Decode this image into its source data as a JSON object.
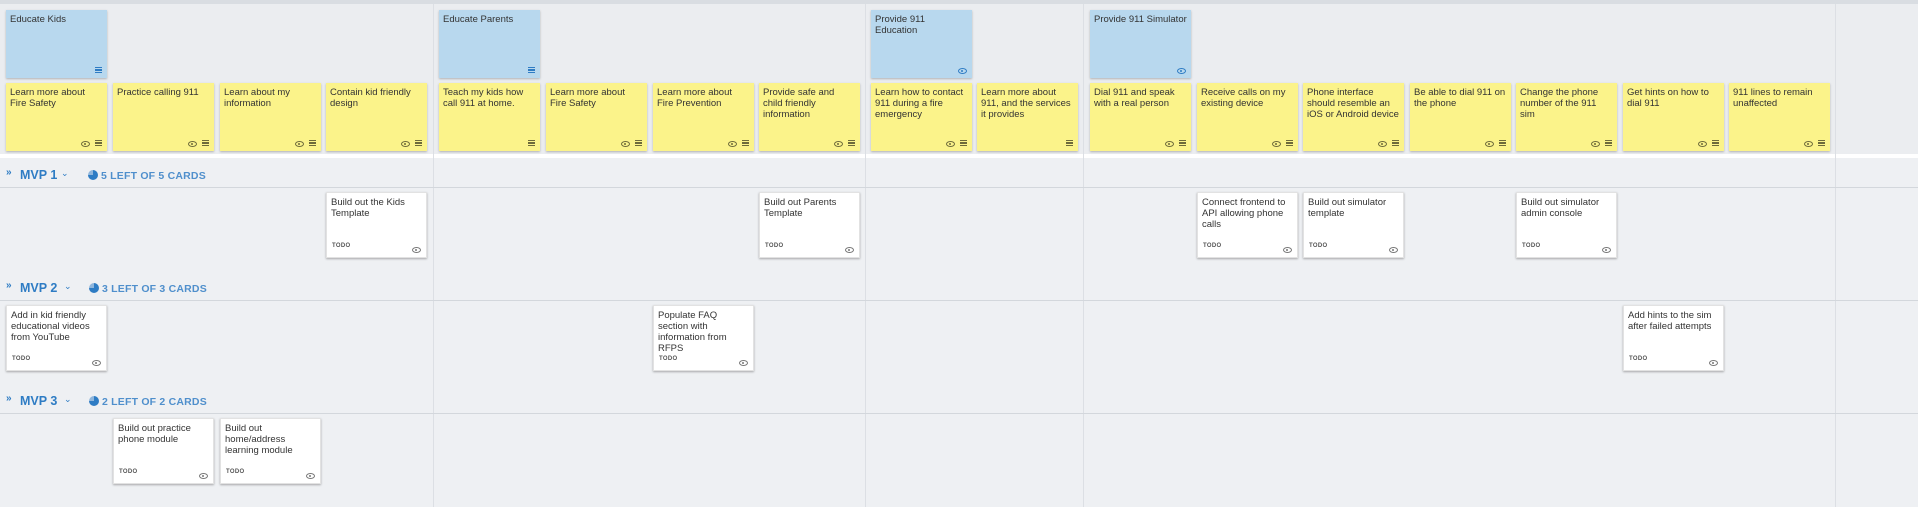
{
  "activities": [
    {
      "label": "Educate Kids",
      "icon": "menu-icon"
    },
    {
      "label": "Educate Parents",
      "icon": "menu-icon"
    },
    {
      "label": "Provide 911 Education",
      "icon": "eye-icon"
    },
    {
      "label": "Provide 911 Simulator",
      "icon": "eye-icon"
    }
  ],
  "steps": [
    {
      "label": "Learn more about Fire Safety"
    },
    {
      "label": "Practice calling 911"
    },
    {
      "label": "Learn about my information"
    },
    {
      "label": "Contain kid friendly design"
    },
    {
      "label": "Teach my kids how call 911 at home."
    },
    {
      "label": "Learn more about Fire Safety"
    },
    {
      "label": "Learn more about Fire Prevention"
    },
    {
      "label": "Provide safe and child friendly information"
    },
    {
      "label": "Learn how to contact 911 during a fire emergency"
    },
    {
      "label": "Learn more about 911, and the services it provides"
    },
    {
      "label": "Dial 911 and speak with a real person"
    },
    {
      "label": "Receive calls on my existing device"
    },
    {
      "label": "Phone interface should resemble an iOS or Android device"
    },
    {
      "label": "Be able to dial 911 on the phone"
    },
    {
      "label": "Change the phone number of the 911 sim"
    },
    {
      "label": "Get hints on how to dial 911"
    },
    {
      "label": "911 lines to remain unaffected"
    }
  ],
  "releases": [
    {
      "name": "MVP 1",
      "summary": "5 LEFT OF 5 CARDS",
      "tasks": [
        {
          "label": "Build out the Kids Template",
          "status": "TODO"
        },
        {
          "label": "Build out Parents Template",
          "status": "TODO"
        },
        {
          "label": "Connect frontend to API allowing phone calls",
          "status": "TODO"
        },
        {
          "label": "Build out simulator template",
          "status": "TODO"
        },
        {
          "label": "Build out simulator admin console",
          "status": "TODO"
        }
      ]
    },
    {
      "name": "MVP 2",
      "summary": "3 LEFT OF 3 CARDS",
      "tasks": [
        {
          "label": "Add in kid friendly educational videos from YouTube",
          "status": "TODO"
        },
        {
          "label": "Populate FAQ section with information from RFPS",
          "status": "TODO"
        },
        {
          "label": "Add hints to the sim after failed attempts",
          "status": "TODO"
        }
      ]
    },
    {
      "name": "MVP 3",
      "summary": "2 LEFT OF 2 CARDS",
      "tasks": [
        {
          "label": "Build out practice phone module",
          "status": "TODO"
        },
        {
          "label": "Build out home/address learning module",
          "status": "TODO"
        }
      ]
    }
  ],
  "colors": {
    "activity_card": "#b8d8ee",
    "step_card": "#fbf38a",
    "task_card": "#ffffff",
    "accent": "#2e7cc4"
  }
}
